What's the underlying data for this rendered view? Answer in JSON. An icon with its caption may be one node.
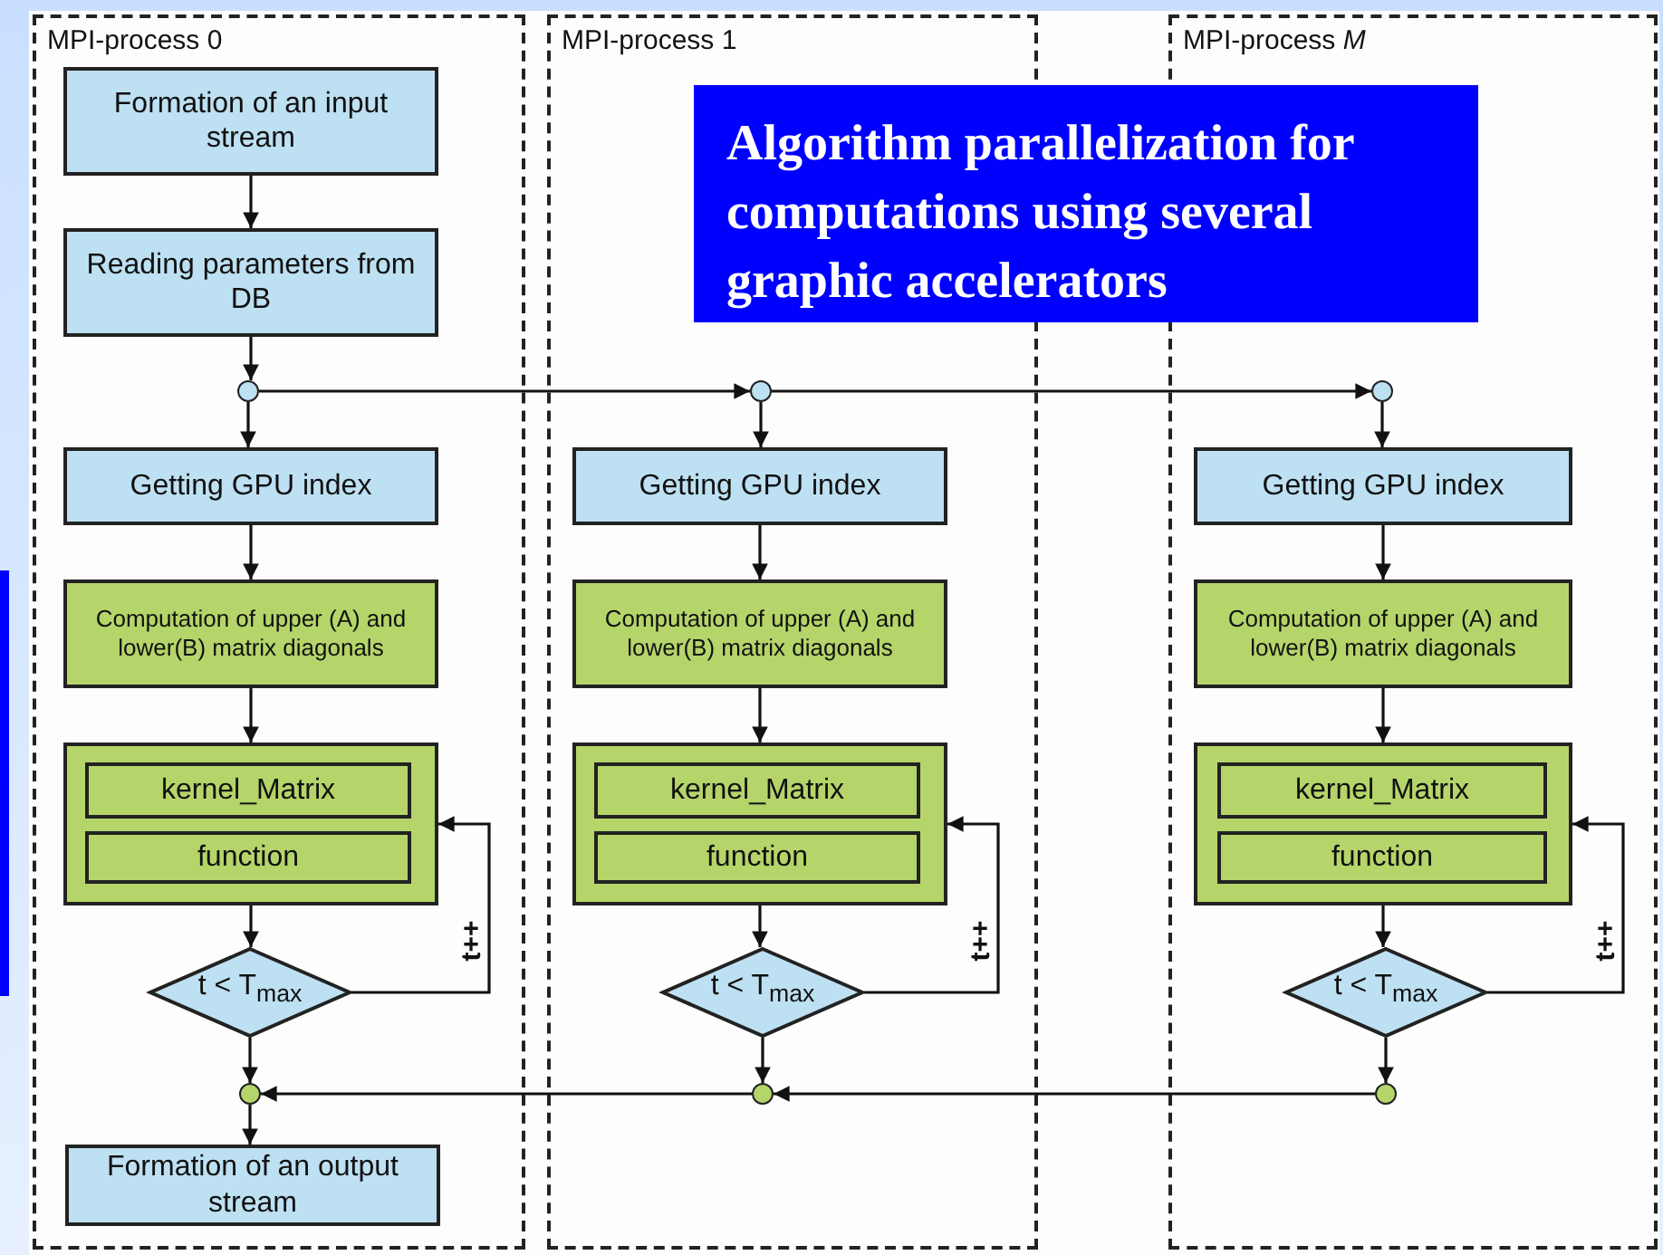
{
  "diagram": {
    "title": "Algorithm parallelization for computations using several graphic accelerators",
    "nodes": [
      {
        "text": [
          "MPI-process 0"
        ]
      },
      {
        "text": [
          "Formation of an input stream"
        ],
        "in": 0
      },
      {
        "text": [
          "Reading parameters from DB"
        ],
        "in": 0
      },
      {
        "text": [],
        "shape": "circle",
        "in": 0
      },
      {
        "text": [
          "Getting GPU index"
        ],
        "in": 0
      },
      {
        "text": [
          "Computation of upper (A) and lower(B) matrix diagonals"
        ],
        "in": 0
      },
      {
        "text": [],
        "shape": "box",
        "in": 0
      },
      {
        "text": [
          "kernel_Matrix"
        ],
        "in": 6
      },
      {
        "text": [
          "function"
        ],
        "in": 6
      },
      {
        "text": [
          "t < T$_{max}$"
        ],
        "in": 0
      },
      {
        "text": [],
        "shape": "circle",
        "in": 0
      },
      {
        "text": [
          "Formation of an output stream"
        ],
        "in": 0
      },
      {
        "text": [
          "MPI-process 1"
        ]
      },
      {
        "text": [],
        "shape": "circle",
        "in": 12
      },
      {
        "text": [
          "Getting GPU index"
        ],
        "in": 12
      },
      {
        "text": [
          "Computation of upper (A) and lower(B) matrix diagonals"
        ],
        "in": 12
      },
      {
        "text": [],
        "shape": "box",
        "in": 12
      },
      {
        "text": [
          "kernel_Matrix"
        ],
        "in": 16
      },
      {
        "text": [
          "function"
        ],
        "in": 16
      },
      {
        "text": [
          "t < T$_{max}$"
        ],
        "in": 12
      },
      {
        "text": [],
        "shape": "circle",
        "in": 12
      },
      {
        "text": [
          "MPI-process *M*"
        ]
      },
      {
        "text": [],
        "shape": "circle",
        "in": 21
      },
      {
        "text": [
          "Getting GPU index"
        ],
        "in": 21
      },
      {
        "text": [
          "Computation of upper (A) and lower(B) matrix diagonals"
        ],
        "in": 21
      },
      {
        "text": [],
        "shape": "box",
        "in": 21
      },
      {
        "text": [
          "kernel_Matrix"
        ],
        "in": 25
      },
      {
        "text": [
          "function"
        ],
        "in": 25
      },
      {
        "text": [
          "t < T$_{max}$"
        ],
        "in": 21
      },
      {
        "text": [],
        "shape": "circle",
        "in": 21
      }
    ],
    "edges": [
      {
        "from": 1,
        "to": 2,
        "arrow": "to"
      },
      {
        "from": 2,
        "to": 3,
        "arrow": "to"
      },
      {
        "from": 3,
        "to": 4,
        "arrow": "to"
      },
      {
        "from": 4,
        "to": 5,
        "arrow": "to"
      },
      {
        "from": 5,
        "to": 6,
        "arrow": "to"
      },
      {
        "from": 6,
        "to": 9,
        "arrow": "to"
      },
      {
        "from": 9,
        "to": 6,
        "arrow": "to",
        "label": "t++"
      },
      {
        "from": 9,
        "to": 10,
        "arrow": "to"
      },
      {
        "from": 10,
        "to": 11,
        "arrow": "to"
      },
      {
        "from": 3,
        "to": 13,
        "arrow": "to"
      },
      {
        "from": 13,
        "to": 22,
        "arrow": "to"
      },
      {
        "from": 13,
        "to": 14,
        "arrow": "to"
      },
      {
        "from": 14,
        "to": 15,
        "arrow": "to"
      },
      {
        "from": 15,
        "to": 16,
        "arrow": "to"
      },
      {
        "from": 16,
        "to": 19,
        "arrow": "to"
      },
      {
        "from": 19,
        "to": 16,
        "arrow": "to",
        "label": "t++"
      },
      {
        "from": 19,
        "to": 20,
        "arrow": "to"
      },
      {
        "from": 20,
        "to": 10,
        "arrow": "to"
      },
      {
        "from": 22,
        "to": 23,
        "arrow": "to"
      },
      {
        "from": 23,
        "to": 24,
        "arrow": "to"
      },
      {
        "from": 24,
        "to": 25,
        "arrow": "to"
      },
      {
        "from": 25,
        "to": 28,
        "arrow": "to"
      },
      {
        "from": 28,
        "to": 25,
        "arrow": "to",
        "label": "t++"
      },
      {
        "from": 28,
        "to": 29,
        "arrow": "to"
      },
      {
        "from": 29,
        "to": 20,
        "arrow": "to"
      }
    ]
  }
}
